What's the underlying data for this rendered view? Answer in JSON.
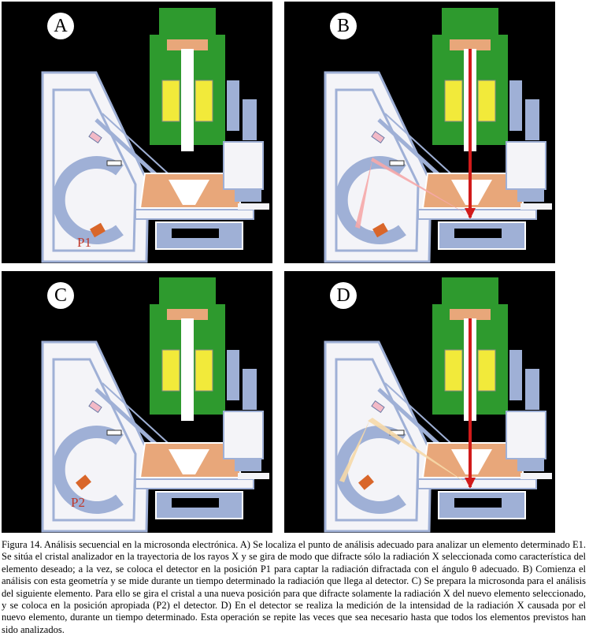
{
  "panels": [
    {
      "id": "A",
      "letter": "A",
      "position_label": "P1",
      "beam_on": false,
      "diffraction": "none"
    },
    {
      "id": "B",
      "letter": "B",
      "position_label": "",
      "beam_on": true,
      "diffraction": "p1"
    },
    {
      "id": "C",
      "letter": "C",
      "position_label": "P2",
      "beam_on": false,
      "diffraction": "none"
    },
    {
      "id": "D",
      "letter": "D",
      "position_label": "",
      "beam_on": true,
      "diffraction": "p2"
    }
  ],
  "colors": {
    "background": "#000000",
    "housing": "#f4f4f8",
    "housing_detail": "#9fb0d6",
    "column": "#2e9a2e",
    "coils": "#f2ea3a",
    "chamber": "#e8a77a",
    "detector": "#d9662a",
    "beam": "#d11a1a"
  },
  "caption": "Figura 14. Análisis secuencial en la microsonda electrónica. A) Se localiza el punto de análisis adecuado para analizar un elemento determinado E1. Se sitúa el cristal analizador en la trayectoria de los rayos X y se gira de modo que difracte sólo la radiación X seleccionada como característica del elemento deseado; a la vez, se coloca el detector en la posición P1 para captar la radiación difractada con el ángulo θ  adecuado. B)  Comienza el análisis con esta geometría y se mide durante un tiempo determinado la radiación que llega al detector. C) Se prepara la microsonda para el análisis del siguiente elemento. Para ello se gira el cristal a una nueva posición para que difracte solamente la radiación X del nuevo elemento seleccionado,  y se coloca en la posición apropiada (P2) el detector. D) En el detector se realiza la medición de la intensidad de la radiación X causada por el nuevo elemento, durante un tiempo determinado. Esta operación se repite las veces que sea necesario hasta que todos los elementos previstos han sido analizados."
}
